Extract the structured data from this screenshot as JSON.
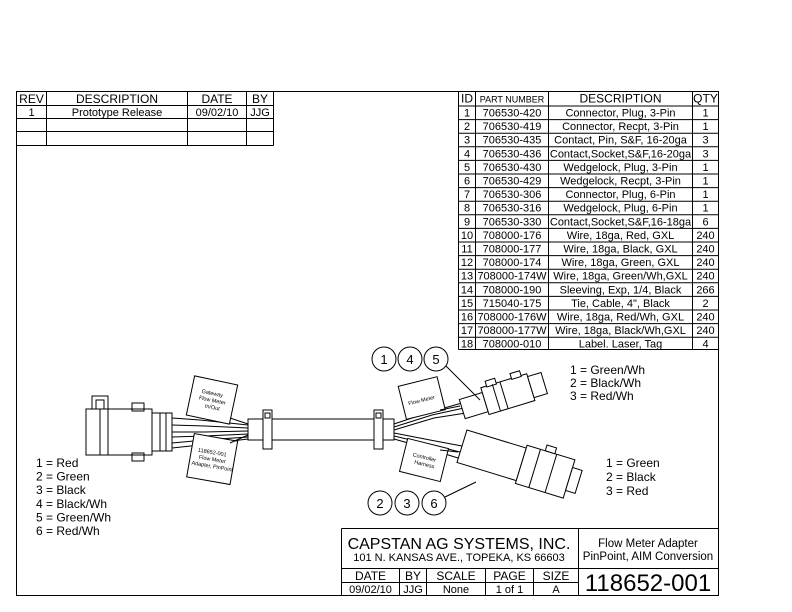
{
  "revision_block": {
    "headers": [
      "REV",
      "DESCRIPTION",
      "DATE",
      "BY"
    ],
    "rows": [
      [
        "1",
        "Prototype Release",
        "09/02/10",
        "JJG"
      ]
    ]
  },
  "bill_of_materials": {
    "headers": [
      "ID",
      "PART NUMBER",
      "DESCRIPTION",
      "QTY"
    ],
    "rows": [
      [
        "1",
        "706530-420",
        "Connector, Plug, 3-Pin",
        "1"
      ],
      [
        "2",
        "706530-419",
        "Connector, Recpt, 3-Pin",
        "1"
      ],
      [
        "3",
        "706530-435",
        "Contact, Pin, S&F, 16-20ga",
        "3"
      ],
      [
        "4",
        "706530-436",
        "Contact,Socket,S&F,16-20ga",
        "3"
      ],
      [
        "5",
        "706530-430",
        "Wedgelock, Plug, 3-Pin",
        "1"
      ],
      [
        "6",
        "706530-429",
        "Wedgelock, Recpt, 3-Pin",
        "1"
      ],
      [
        "7",
        "706530-306",
        "Connector, Plug, 6-Pin",
        "1"
      ],
      [
        "8",
        "706530-316",
        "Wedgelock, Plug, 6-Pin",
        "1"
      ],
      [
        "9",
        "706530-330",
        "Contact,Socket,S&F,16-18ga",
        "6"
      ],
      [
        "10",
        "708000-176",
        "Wire, 18ga, Red, GXL",
        "240"
      ],
      [
        "11",
        "708000-177",
        "Wire, 18ga, Black, GXL",
        "240"
      ],
      [
        "12",
        "708000-174",
        "Wire, 18ga, Green, GXL",
        "240"
      ],
      [
        "13",
        "708000-174W",
        "Wire, 18ga, Green/Wh,GXL",
        "240"
      ],
      [
        "14",
        "708000-190",
        "Sleeving, Exp, 1/4, Black",
        "266"
      ],
      [
        "15",
        "715040-175",
        "Tie, Cable, 4\", Black",
        "2"
      ],
      [
        "16",
        "708000-176W",
        "Wire, 18ga, Red/Wh, GXL",
        "240"
      ],
      [
        "17",
        "708000-177W",
        "Wire, 18ga, Black/Wh,GXL",
        "240"
      ],
      [
        "18",
        "708000-010",
        "Label. Laser, Tag",
        "4"
      ]
    ]
  },
  "diagram": {
    "balloons_top": [
      "1",
      "4",
      "5"
    ],
    "balloons_bottom": [
      "2",
      "3",
      "6"
    ],
    "tags": {
      "gateway": [
        "Gateway",
        "Flow Meter",
        "In/Out"
      ],
      "adapter": [
        "118652-001",
        "Flow Meter",
        "Adapter, PinPoint"
      ],
      "flow_meter": [
        "Flow Meter"
      ],
      "controller": [
        "Controller",
        "Harness"
      ]
    },
    "pinout_left": [
      "1 = Red",
      "2 = Green",
      "3 = Black",
      "4 = Black/Wh",
      "5 = Green/Wh",
      "6 = Red/Wh"
    ],
    "pinout_upper_right": [
      "1 = Green/Wh",
      "2 = Black/Wh",
      "3 = Red/Wh"
    ],
    "pinout_lower_right": [
      "1 = Green",
      "2 = Black",
      "3 = Red"
    ]
  },
  "title_block": {
    "company": "CAPSTAN AG SYSTEMS, INC.",
    "address": "101 N. KANSAS AVE., TOPEKA, KS 66603",
    "title_lines": [
      "Flow Meter Adapter",
      "PinPoint, AIM Conversion"
    ],
    "headers": [
      "DATE",
      "BY",
      "SCALE",
      "PAGE",
      "SIZE"
    ],
    "values": [
      "09/02/10",
      "JJG",
      "None",
      "1 of 1",
      "A"
    ],
    "drawing_number": "118652-001"
  }
}
